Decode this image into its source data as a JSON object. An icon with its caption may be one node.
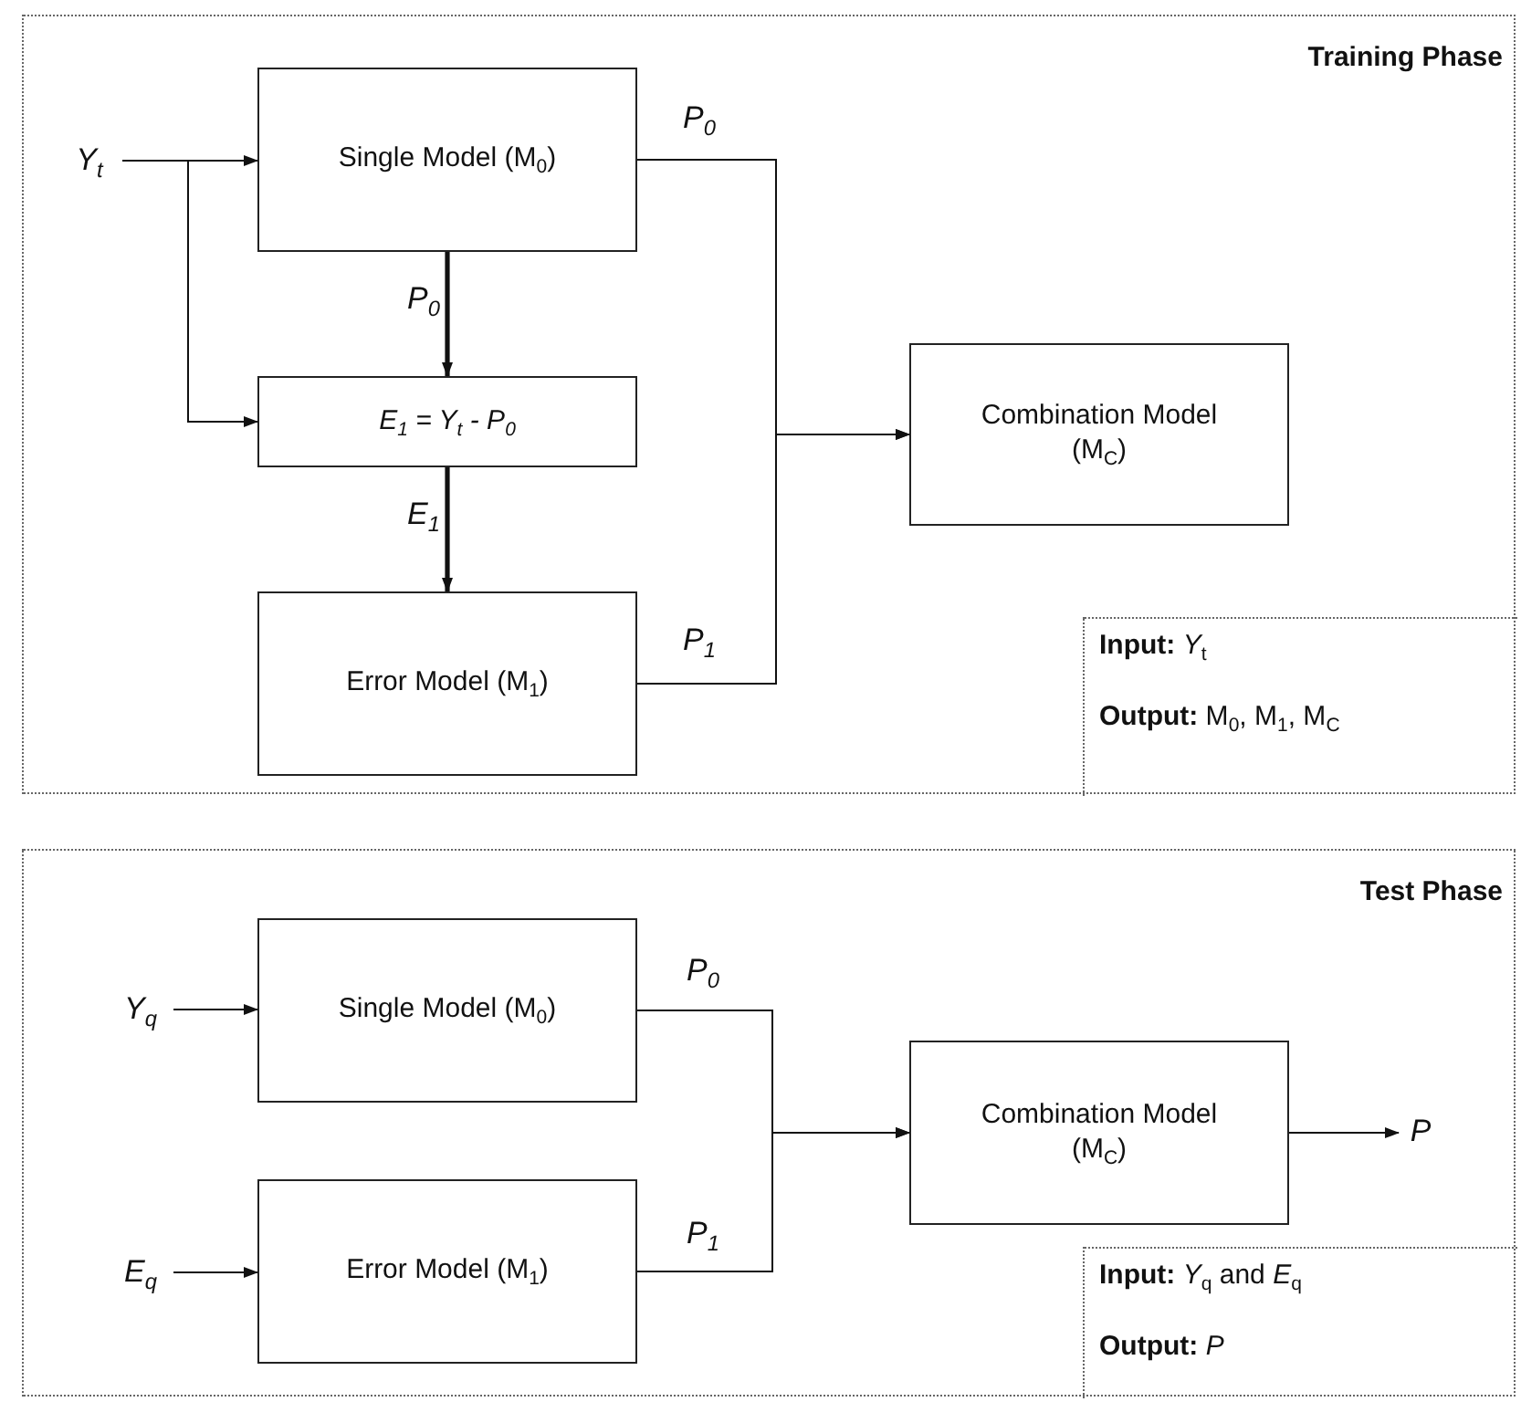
{
  "diagram": {
    "nodes": [
      {
        "text": [
          "Training Phase"
        ]
      },
      {
        "text": [
          "Y$_{t}$"
        ],
        "in": 0
      },
      {
        "text": [
          "Single Model (M$_{0}$)"
        ],
        "in": 0
      },
      {
        "text": [
          "E$_{1}$ = Y$_{t}$ - P$_{0}$"
        ],
        "in": 0
      },
      {
        "text": [
          "Error Model (M$_{1}$)"
        ],
        "in": 0
      },
      {
        "text": [
          "Combination Model (M$_{C}$)"
        ],
        "in": 0
      },
      {
        "text": [
          "**Input:** *Y*$_{t}$",
          "**Output:** M$_{0}$, M$_{1}$, M$_{C}$"
        ],
        "in": 0
      },
      {
        "text": [
          "Test Phase"
        ]
      },
      {
        "text": [
          "Y$_{q}$"
        ],
        "in": 7
      },
      {
        "text": [
          "E$_{q}$"
        ],
        "in": 7
      },
      {
        "text": [
          "Single Model (M$_{0}$)"
        ],
        "in": 7
      },
      {
        "text": [
          "Error Model (M$_{1}$)"
        ],
        "in": 7
      },
      {
        "text": [
          "Combination Model (M$_{C}$)"
        ],
        "in": 7
      },
      {
        "text": [
          "P"
        ],
        "in": 7
      },
      {
        "text": [
          "**Input:** *Y*$_{q}$ and *E*$_{q}$",
          "**Output:** *P*"
        ],
        "in": 7
      }
    ],
    "edges": [
      {
        "from": 1,
        "to": 2,
        "arrow": "to"
      },
      {
        "from": 1,
        "to": 3,
        "arrow": "to"
      },
      {
        "from": 2,
        "to": 3,
        "arrow": "to",
        "label": "P$_{0}$",
        "style": "thick"
      },
      {
        "from": 3,
        "to": 4,
        "arrow": "to",
        "label": "E$_{1}$",
        "style": "thick"
      },
      {
        "from": 2,
        "to": 5,
        "arrow": "to",
        "label": "P$_{0}$"
      },
      {
        "from": 4,
        "to": 5,
        "arrow": "to",
        "label": "P$_{1}$"
      },
      {
        "from": 8,
        "to": 10,
        "arrow": "to"
      },
      {
        "from": 9,
        "to": 11,
        "arrow": "to"
      },
      {
        "from": 10,
        "to": 12,
        "arrow": "to",
        "label": "P$_{0}$"
      },
      {
        "from": 11,
        "to": 12,
        "arrow": "to",
        "label": "P$_{1}$"
      },
      {
        "from": 12,
        "to": 13,
        "arrow": "to"
      }
    ]
  }
}
